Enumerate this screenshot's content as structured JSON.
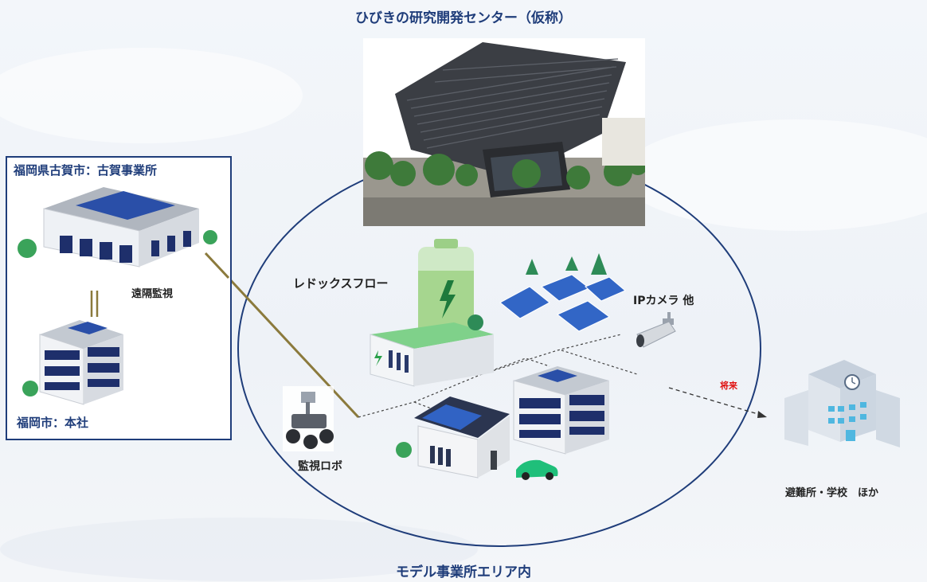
{
  "titles": {
    "center": "ひびきの研究開発センター（仮称）",
    "bottom": "モデル事業所エリア内"
  },
  "hq_box": {
    "koga": "福岡県古賀市：古賀事業所",
    "fukuoka": "福岡市：本社",
    "remote": "遠隔監視"
  },
  "area": {
    "redox": "レドックスフロー",
    "ipcam": "IPカメラ 他",
    "robot": "監視ロボ",
    "future": "将来",
    "shelter": "避難所・学校　ほか"
  },
  "colors": {
    "box_border": "#1f3d7a",
    "ellipse": "#1f3d7a",
    "link_line": "#8b7a3c",
    "future": "#e01010"
  }
}
